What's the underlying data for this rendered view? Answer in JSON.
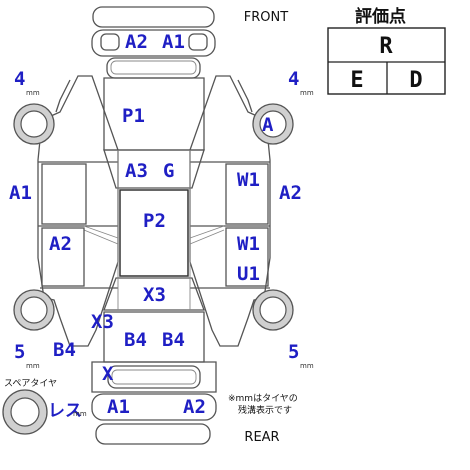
{
  "labels": {
    "front": "FRONT",
    "rear": "REAR",
    "spare_tire": "スペアタイヤ",
    "tread_note_1": "※mmはタイヤの",
    "tread_note_2": "残溝表示です",
    "unit_mm": "mm"
  },
  "grade": {
    "title": "評価点",
    "overall": "R",
    "interior": "E",
    "exterior": "D"
  },
  "tread_depth": {
    "front_left": "4",
    "front_right": "4",
    "rear_left": "5",
    "rear_right": "5",
    "spare": "レス"
  },
  "damage_codes": {
    "front_bumper_left": "A2",
    "front_bumper_right": "A1",
    "hood": "P1",
    "front_right_wheel": "A",
    "windshield_left": "A3",
    "windshield_right": "G",
    "front_left_fender": "A1",
    "front_right_door_window": "W1",
    "front_right_fender": "A2",
    "roof": "P2",
    "rear_left_door": "A2",
    "rear_right_door_window": "W1",
    "rear_right_door": "U1",
    "rear_window": "X3",
    "rear_left_quarter": "X3",
    "trunk_left": "B4",
    "trunk_right": "B4",
    "rear_left_panel": "B4",
    "rear_panel": "X",
    "rear_bumper_left": "A1",
    "rear_bumper_right": "A2"
  }
}
